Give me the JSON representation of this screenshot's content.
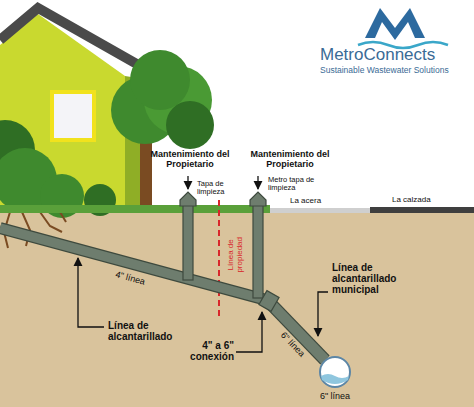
{
  "diagram": {
    "labels": [
      "MetroConnects",
      "Sustainable Wastewater Solutions",
      "Mantenimiento del Propietario",
      "Tapa de limpieza",
      "Mantenimiento del Propietario",
      "Metro tapa de limpieza",
      "La acera",
      "La calzada",
      "Línea de propiedad",
      "4\" línea",
      "Línea de alcantarillado",
      "Línea de alcantarillado municipal",
      "4\" a 6\" conexión",
      "6\" línea",
      "6\" línea"
    ]
  }
}
